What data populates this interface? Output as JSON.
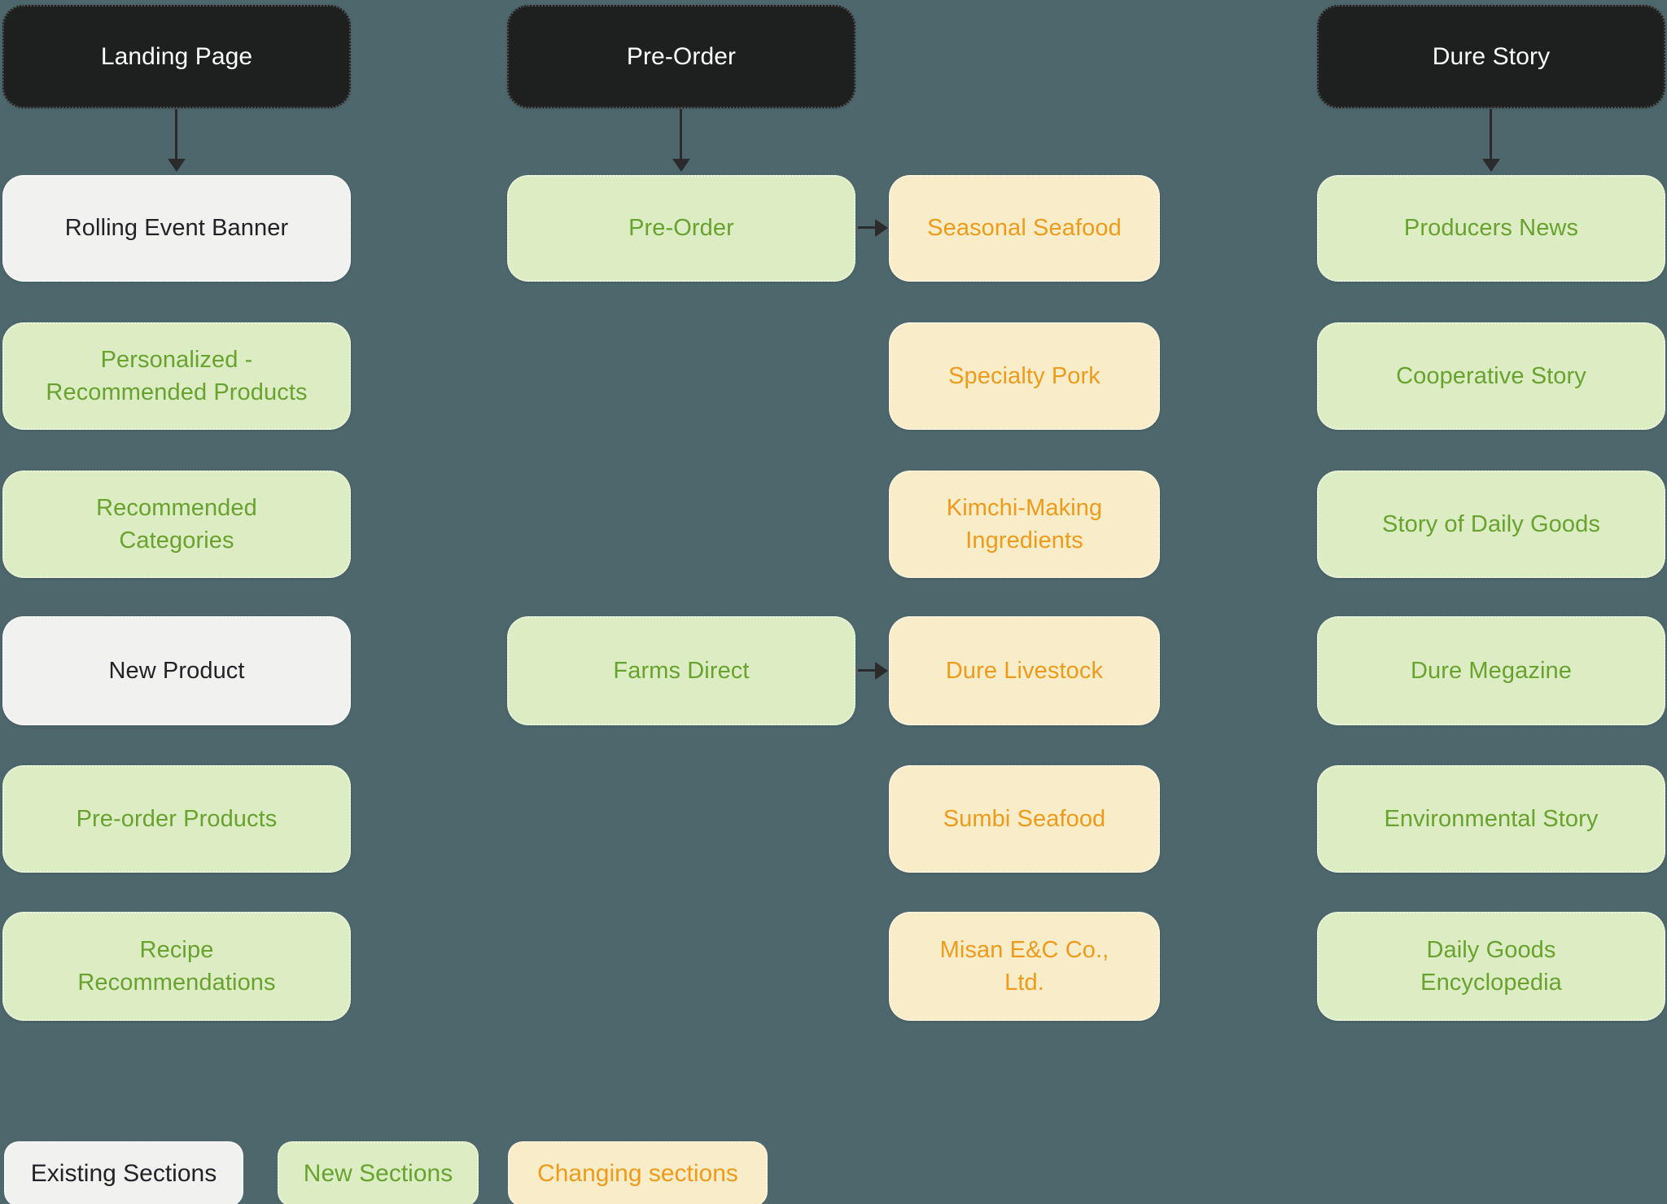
{
  "colors": {
    "background": "#4d676d",
    "header_bg": "#1e2020",
    "header_text": "#ffffff",
    "existing_bg": "#f1f1f0",
    "existing_text": "#212326",
    "new_bg": "#dcecc3",
    "new_text": "#69a22f",
    "changing_bg": "#f9ecc9",
    "changing_text": "#ee9b1b",
    "arrow": "#2b2b2b"
  },
  "columns": [
    {
      "header": "Landing Page",
      "nodes": [
        {
          "label": "Rolling Event Banner",
          "type": "existing"
        },
        {
          "label": "Personalized -\nRecommended Products",
          "type": "new"
        },
        {
          "label": "Recommended\nCategories",
          "type": "new"
        },
        {
          "label": "New Product",
          "type": "existing"
        },
        {
          "label": "Pre-order Products",
          "type": "new"
        },
        {
          "label": "Recipe\nRecommendations",
          "type": "new"
        }
      ]
    },
    {
      "header": "Pre-Order",
      "nodes": [
        {
          "label": "Pre-Order",
          "type": "new"
        },
        {
          "label": "Farms Direct",
          "type": "new"
        }
      ],
      "subnodes": [
        {
          "label": "Seasonal Seafood",
          "type": "changing"
        },
        {
          "label": "Specialty Pork",
          "type": "changing"
        },
        {
          "label": "Kimchi-Making\nIngredients",
          "type": "changing"
        },
        {
          "label": "Dure Livestock",
          "type": "changing"
        },
        {
          "label": "Sumbi Seafood",
          "type": "changing"
        },
        {
          "label": "Misan E&C Co.,\nLtd.",
          "type": "changing"
        }
      ]
    },
    {
      "header": "Dure Story",
      "nodes": [
        {
          "label": "Producers News",
          "type": "new"
        },
        {
          "label": "Cooperative Story",
          "type": "new"
        },
        {
          "label": "Story of Daily Goods",
          "type": "new"
        },
        {
          "label": "Dure Megazine",
          "type": "new"
        },
        {
          "label": "Environmental Story",
          "type": "new"
        },
        {
          "label": "Daily Goods\nEncyclopedia",
          "type": "new"
        }
      ]
    }
  ],
  "connections": [
    {
      "from": "Landing Page",
      "to": "Rolling Event Banner",
      "direction": "down"
    },
    {
      "from": "Pre-Order",
      "to": "Pre-Order",
      "direction": "down"
    },
    {
      "from": "Dure Story",
      "to": "Producers News",
      "direction": "down"
    },
    {
      "from": "Pre-Order",
      "to": "Seasonal Seafood",
      "direction": "right"
    },
    {
      "from": "Farms Direct",
      "to": "Dure Livestock",
      "direction": "right"
    }
  ],
  "legend": [
    {
      "label": "Existing Sections",
      "type": "existing"
    },
    {
      "label": "New Sections",
      "type": "new"
    },
    {
      "label": "Changing sections",
      "type": "changing"
    }
  ]
}
